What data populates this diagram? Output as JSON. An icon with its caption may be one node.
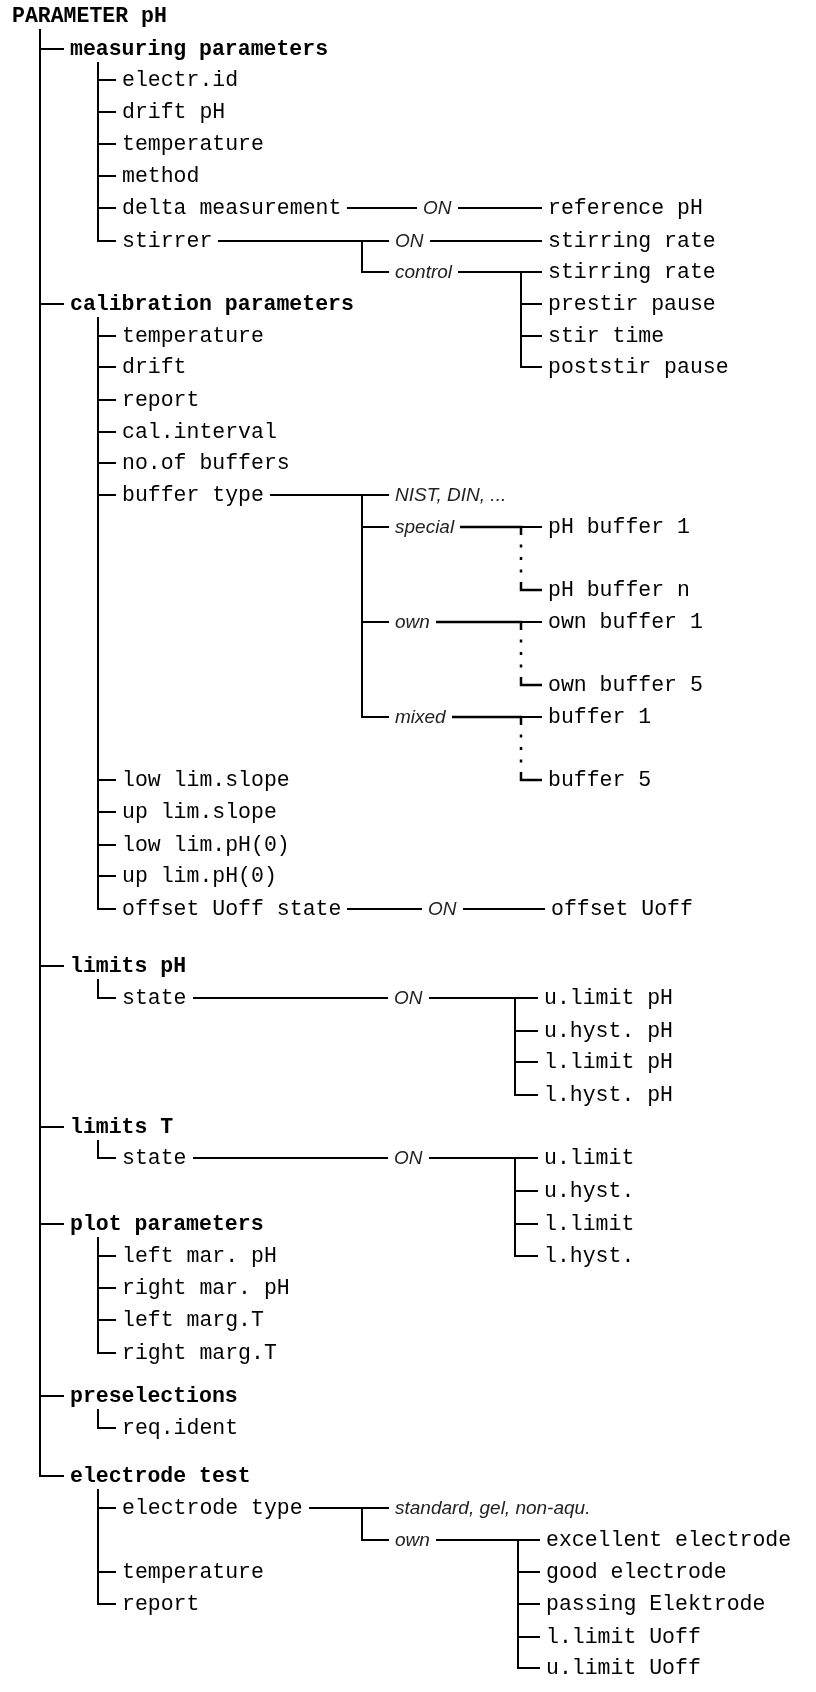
{
  "diagram": {
    "nodes": [
      {
        "text": [
          "PARAMETER pH"
        ]
      },
      {
        "text": [
          "measuring parameters"
        ]
      },
      {
        "text": [
          "electr.id"
        ]
      },
      {
        "text": [
          "drift pH"
        ]
      },
      {
        "text": [
          "temperature"
        ]
      },
      {
        "text": [
          "method"
        ]
      },
      {
        "text": [
          "delta measurement"
        ]
      },
      {
        "text": [
          "ON"
        ]
      },
      {
        "text": [
          "reference pH"
        ]
      },
      {
        "text": [
          "stirrer"
        ]
      },
      {
        "text": [
          "ON"
        ]
      },
      {
        "text": [
          "stirring rate"
        ]
      },
      {
        "text": [
          "control"
        ]
      },
      {
        "text": [
          "stirring rate"
        ]
      },
      {
        "text": [
          "prestir pause"
        ]
      },
      {
        "text": [
          "stir time"
        ]
      },
      {
        "text": [
          "poststir pause"
        ]
      },
      {
        "text": [
          "calibration parameters"
        ]
      },
      {
        "text": [
          "temperature"
        ]
      },
      {
        "text": [
          "drift"
        ]
      },
      {
        "text": [
          "report"
        ]
      },
      {
        "text": [
          "cal.interval"
        ]
      },
      {
        "text": [
          "no.of buffers"
        ]
      },
      {
        "text": [
          "buffer type"
        ]
      },
      {
        "text": [
          "NIST, DIN, ..."
        ]
      },
      {
        "text": [
          "special"
        ]
      },
      {
        "text": [
          "pH buffer 1"
        ]
      },
      {
        "text": [
          "pH buffer n"
        ]
      },
      {
        "text": [
          "own"
        ]
      },
      {
        "text": [
          "own buffer 1"
        ]
      },
      {
        "text": [
          "own buffer 5"
        ]
      },
      {
        "text": [
          "mixed"
        ]
      },
      {
        "text": [
          "buffer 1"
        ]
      },
      {
        "text": [
          "buffer 5"
        ]
      },
      {
        "text": [
          "low lim.slope"
        ]
      },
      {
        "text": [
          "up lim.slope"
        ]
      },
      {
        "text": [
          "low lim.pH(0)"
        ]
      },
      {
        "text": [
          "up lim.pH(0)"
        ]
      },
      {
        "text": [
          "offset Uoff state"
        ]
      },
      {
        "text": [
          "ON"
        ]
      },
      {
        "text": [
          "offset Uoff"
        ]
      },
      {
        "text": [
          "limits pH"
        ]
      },
      {
        "text": [
          "state"
        ]
      },
      {
        "text": [
          "ON"
        ]
      },
      {
        "text": [
          "u.limit pH"
        ]
      },
      {
        "text": [
          "u.hyst. pH"
        ]
      },
      {
        "text": [
          "l.limit pH"
        ]
      },
      {
        "text": [
          "l.hyst. pH"
        ]
      },
      {
        "text": [
          "limits T"
        ]
      },
      {
        "text": [
          "state"
        ]
      },
      {
        "text": [
          "ON"
        ]
      },
      {
        "text": [
          "u.limit"
        ]
      },
      {
        "text": [
          "u.hyst."
        ]
      },
      {
        "text": [
          "l.limit"
        ]
      },
      {
        "text": [
          "l.hyst."
        ]
      },
      {
        "text": [
          "plot parameters"
        ]
      },
      {
        "text": [
          "left mar. pH"
        ]
      },
      {
        "text": [
          "right mar. pH"
        ]
      },
      {
        "text": [
          "left marg.T"
        ]
      },
      {
        "text": [
          "right marg.T"
        ]
      },
      {
        "text": [
          "preselections"
        ]
      },
      {
        "text": [
          "req.ident"
        ]
      },
      {
        "text": [
          "electrode test"
        ]
      },
      {
        "text": [
          "electrode type"
        ]
      },
      {
        "text": [
          "standard, gel, non-aqu."
        ]
      },
      {
        "text": [
          "own"
        ]
      },
      {
        "text": [
          "excellent electrode"
        ]
      },
      {
        "text": [
          "good electrode"
        ]
      },
      {
        "text": [
          "passing Elektrode"
        ]
      },
      {
        "text": [
          "l.limit Uoff"
        ]
      },
      {
        "text": [
          "u.limit Uoff"
        ]
      },
      {
        "text": [
          "temperature"
        ]
      },
      {
        "text": [
          "report"
        ]
      }
    ],
    "edges": [
      {
        "from": 0,
        "to": 1,
        "arrow": "none"
      },
      {
        "from": 0,
        "to": 17,
        "arrow": "none"
      },
      {
        "from": 0,
        "to": 41,
        "arrow": "none"
      },
      {
        "from": 0,
        "to": 48,
        "arrow": "none"
      },
      {
        "from": 0,
        "to": 55,
        "arrow": "none"
      },
      {
        "from": 0,
        "to": 60,
        "arrow": "none"
      },
      {
        "from": 0,
        "to": 62,
        "arrow": "none"
      },
      {
        "from": 1,
        "to": 2,
        "arrow": "none"
      },
      {
        "from": 1,
        "to": 3,
        "arrow": "none"
      },
      {
        "from": 1,
        "to": 4,
        "arrow": "none"
      },
      {
        "from": 1,
        "to": 5,
        "arrow": "none"
      },
      {
        "from": 1,
        "to": 6,
        "arrow": "none"
      },
      {
        "from": 1,
        "to": 9,
        "arrow": "none"
      },
      {
        "from": 6,
        "to": 7,
        "arrow": "none"
      },
      {
        "from": 7,
        "to": 8,
        "arrow": "none"
      },
      {
        "from": 9,
        "to": 10,
        "arrow": "none"
      },
      {
        "from": 9,
        "to": 12,
        "arrow": "none"
      },
      {
        "from": 10,
        "to": 11,
        "arrow": "none"
      },
      {
        "from": 12,
        "to": 13,
        "arrow": "none"
      },
      {
        "from": 12,
        "to": 14,
        "arrow": "none"
      },
      {
        "from": 12,
        "to": 15,
        "arrow": "none"
      },
      {
        "from": 12,
        "to": 16,
        "arrow": "none"
      },
      {
        "from": 17,
        "to": 18,
        "arrow": "none"
      },
      {
        "from": 17,
        "to": 19,
        "arrow": "none"
      },
      {
        "from": 17,
        "to": 20,
        "arrow": "none"
      },
      {
        "from": 17,
        "to": 21,
        "arrow": "none"
      },
      {
        "from": 17,
        "to": 22,
        "arrow": "none"
      },
      {
        "from": 17,
        "to": 23,
        "arrow": "none"
      },
      {
        "from": 17,
        "to": 34,
        "arrow": "none"
      },
      {
        "from": 17,
        "to": 35,
        "arrow": "none"
      },
      {
        "from": 17,
        "to": 36,
        "arrow": "none"
      },
      {
        "from": 17,
        "to": 37,
        "arrow": "none"
      },
      {
        "from": 17,
        "to": 38,
        "arrow": "none"
      },
      {
        "from": 23,
        "to": 24,
        "arrow": "none"
      },
      {
        "from": 23,
        "to": 25,
        "arrow": "none"
      },
      {
        "from": 23,
        "to": 28,
        "arrow": "none"
      },
      {
        "from": 23,
        "to": 31,
        "arrow": "none"
      },
      {
        "from": 25,
        "to": 26,
        "arrow": "none"
      },
      {
        "from": 25,
        "to": 27,
        "arrow": "none",
        "style": "dashed"
      },
      {
        "from": 28,
        "to": 29,
        "arrow": "none"
      },
      {
        "from": 28,
        "to": 30,
        "arrow": "none",
        "style": "dashed"
      },
      {
        "from": 31,
        "to": 32,
        "arrow": "none"
      },
      {
        "from": 31,
        "to": 33,
        "arrow": "none",
        "style": "dashed"
      },
      {
        "from": 38,
        "to": 39,
        "arrow": "none"
      },
      {
        "from": 39,
        "to": 40,
        "arrow": "none"
      },
      {
        "from": 41,
        "to": 42,
        "arrow": "none"
      },
      {
        "from": 42,
        "to": 43,
        "arrow": "none"
      },
      {
        "from": 43,
        "to": 44,
        "arrow": "none"
      },
      {
        "from": 43,
        "to": 45,
        "arrow": "none"
      },
      {
        "from": 43,
        "to": 46,
        "arrow": "none"
      },
      {
        "from": 43,
        "to": 47,
        "arrow": "none"
      },
      {
        "from": 48,
        "to": 49,
        "arrow": "none"
      },
      {
        "from": 49,
        "to": 50,
        "arrow": "none"
      },
      {
        "from": 50,
        "to": 51,
        "arrow": "none"
      },
      {
        "from": 50,
        "to": 52,
        "arrow": "none"
      },
      {
        "from": 50,
        "to": 53,
        "arrow": "none"
      },
      {
        "from": 50,
        "to": 54,
        "arrow": "none"
      },
      {
        "from": 55,
        "to": 56,
        "arrow": "none"
      },
      {
        "from": 55,
        "to": 57,
        "arrow": "none"
      },
      {
        "from": 55,
        "to": 58,
        "arrow": "none"
      },
      {
        "from": 55,
        "to": 59,
        "arrow": "none"
      },
      {
        "from": 60,
        "to": 61,
        "arrow": "none"
      },
      {
        "from": 62,
        "to": 63,
        "arrow": "none"
      },
      {
        "from": 62,
        "to": 71,
        "arrow": "none"
      },
      {
        "from": 62,
        "to": 72,
        "arrow": "none"
      },
      {
        "from": 63,
        "to": 64,
        "arrow": "none"
      },
      {
        "from": 63,
        "to": 65,
        "arrow": "none"
      },
      {
        "from": 65,
        "to": 66,
        "arrow": "none"
      },
      {
        "from": 65,
        "to": 67,
        "arrow": "none"
      },
      {
        "from": 65,
        "to": 68,
        "arrow": "none"
      },
      {
        "from": 65,
        "to": 69,
        "arrow": "none"
      },
      {
        "from": 65,
        "to": 70,
        "arrow": "none"
      }
    ]
  }
}
